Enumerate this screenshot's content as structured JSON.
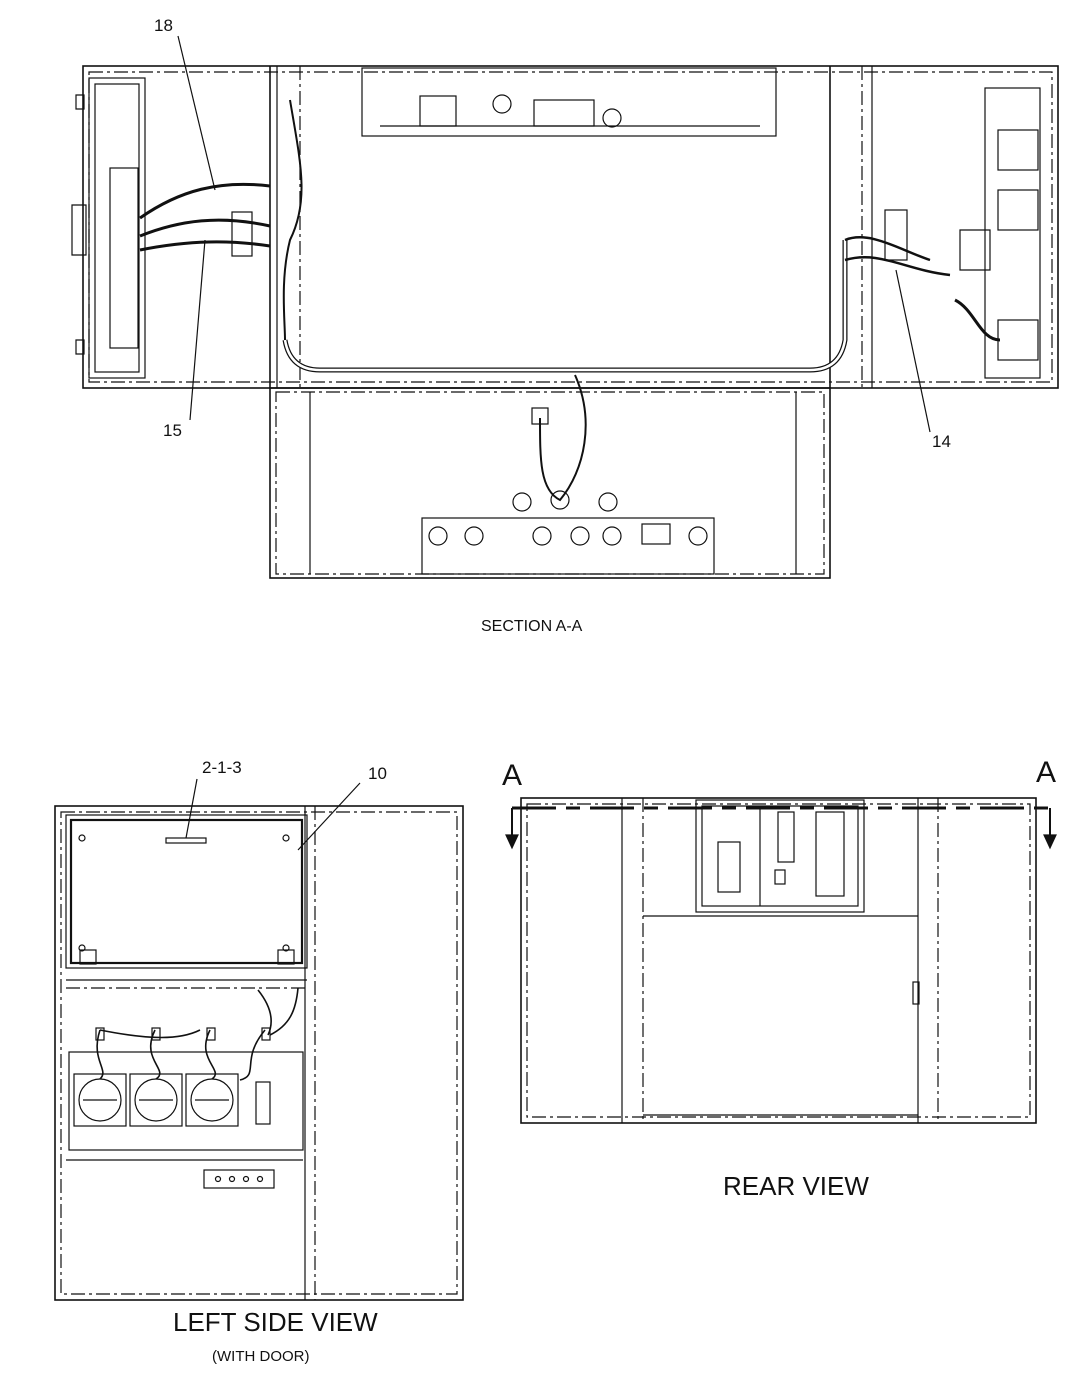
{
  "callouts": {
    "c18": "18",
    "c15": "15",
    "c14": "14",
    "c213": "2-1-3",
    "c10": "10"
  },
  "titles": {
    "section": "SECTION A-A",
    "left_view": "LEFT SIDE VIEW",
    "left_view_note": "(WITH DOOR)",
    "rear_view": "REAR VIEW"
  },
  "section_markers": {
    "left": "A",
    "right": "A"
  }
}
